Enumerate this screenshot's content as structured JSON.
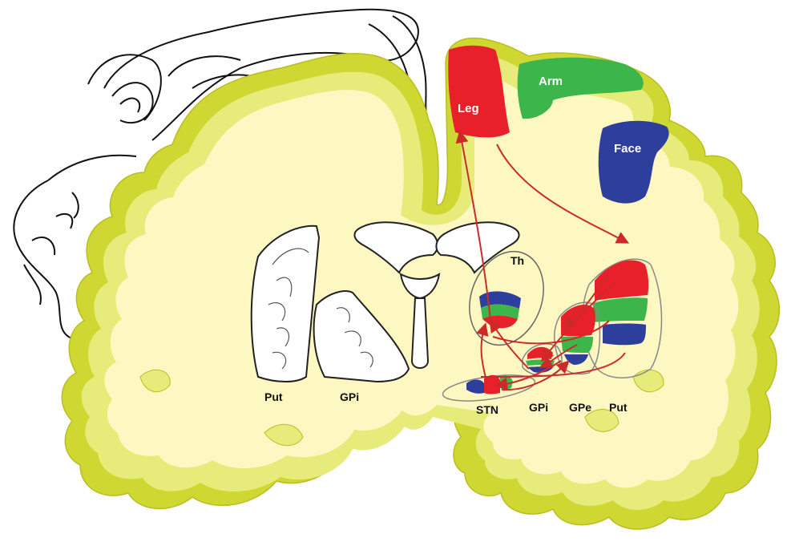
{
  "labels": {
    "leg": "Leg",
    "arm": "Arm",
    "face": "Face",
    "th": "Th",
    "put_left": "Put",
    "gpi_left": "GPi",
    "stn": "STN",
    "gpi_right": "GPi",
    "gpe_right": "GPe",
    "put_right": "Put"
  },
  "colors": {
    "white_matter": "#fdf8c2",
    "cortex_outer": "#cfd733",
    "cortex_inner": "#e6eb7a",
    "leg_region": "#e8202a",
    "arm_region": "#3cb54a",
    "face_region": "#2e3e9c",
    "pathway": "#cc2a2a",
    "outline": "#222222"
  }
}
